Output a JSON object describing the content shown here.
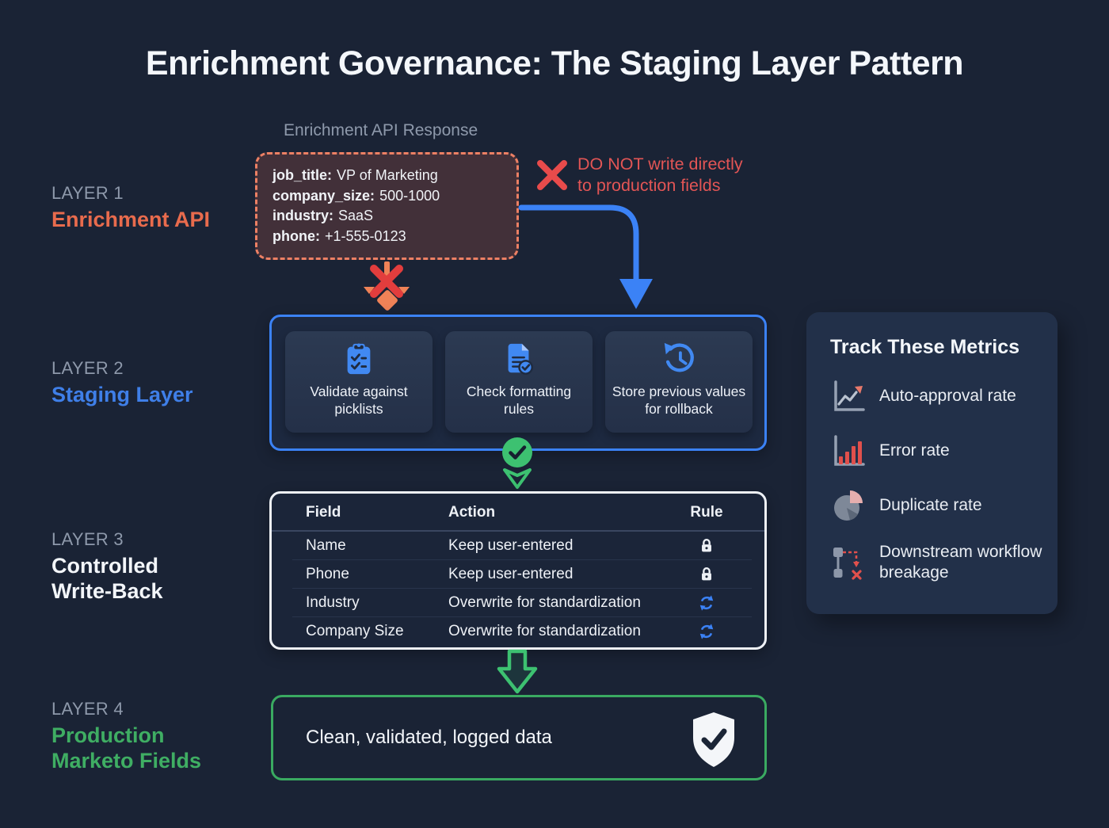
{
  "title": "Enrichment Governance: The Staging Layer Pattern",
  "colors": {
    "background": "#1a2335",
    "accent_blue": "#3b82f6",
    "accent_coral": "#ed8064",
    "accent_red": "#e84b4b",
    "accent_green": "#3dc171",
    "muted_gray": "#8e99ab"
  },
  "layer1": {
    "label": "LAYER 1",
    "name": "Enrichment API",
    "response_title": "Enrichment API Response",
    "fields": [
      {
        "key": "job_title:",
        "value": "VP of Marketing"
      },
      {
        "key": "company_size:",
        "value": "500-1000"
      },
      {
        "key": "industry:",
        "value": "SaaS"
      },
      {
        "key": "phone:",
        "value": "+1-555-0123"
      }
    ],
    "warning_line1": "DO NOT write directly",
    "warning_line2": "to production fields"
  },
  "layer2": {
    "label": "LAYER 2",
    "name": "Staging Layer",
    "cards": [
      {
        "icon": "clipboard-checklist-icon",
        "label": "Validate against picklists"
      },
      {
        "icon": "document-check-icon",
        "label": "Check formatting rules"
      },
      {
        "icon": "history-rollback-icon",
        "label": "Store previous values for rollback"
      }
    ]
  },
  "layer3": {
    "label": "LAYER 3",
    "name": "Controlled Write-Back",
    "table": {
      "headers": [
        "Field",
        "Action",
        "Rule"
      ],
      "rows": [
        {
          "field": "Name",
          "action": "Keep user-entered",
          "rule_icon": "lock-icon"
        },
        {
          "field": "Phone",
          "action": "Keep user-entered",
          "rule_icon": "lock-icon"
        },
        {
          "field": "Industry",
          "action": "Overwrite for standardization",
          "rule_icon": "sync-icon"
        },
        {
          "field": "Company Size",
          "action": "Overwrite for standardization",
          "rule_icon": "sync-icon"
        }
      ]
    }
  },
  "layer4": {
    "label": "LAYER 4",
    "name": "Production Marketo Fields",
    "box_text": "Clean, validated, logged data"
  },
  "metrics": {
    "title": "Track These Metrics",
    "items": [
      {
        "icon": "line-chart-icon",
        "label": "Auto-approval rate"
      },
      {
        "icon": "bar-chart-icon",
        "label": "Error rate"
      },
      {
        "icon": "pie-chart-icon",
        "label": "Duplicate rate"
      },
      {
        "icon": "workflow-breakage-icon",
        "label": "Downstream workflow breakage"
      }
    ]
  }
}
